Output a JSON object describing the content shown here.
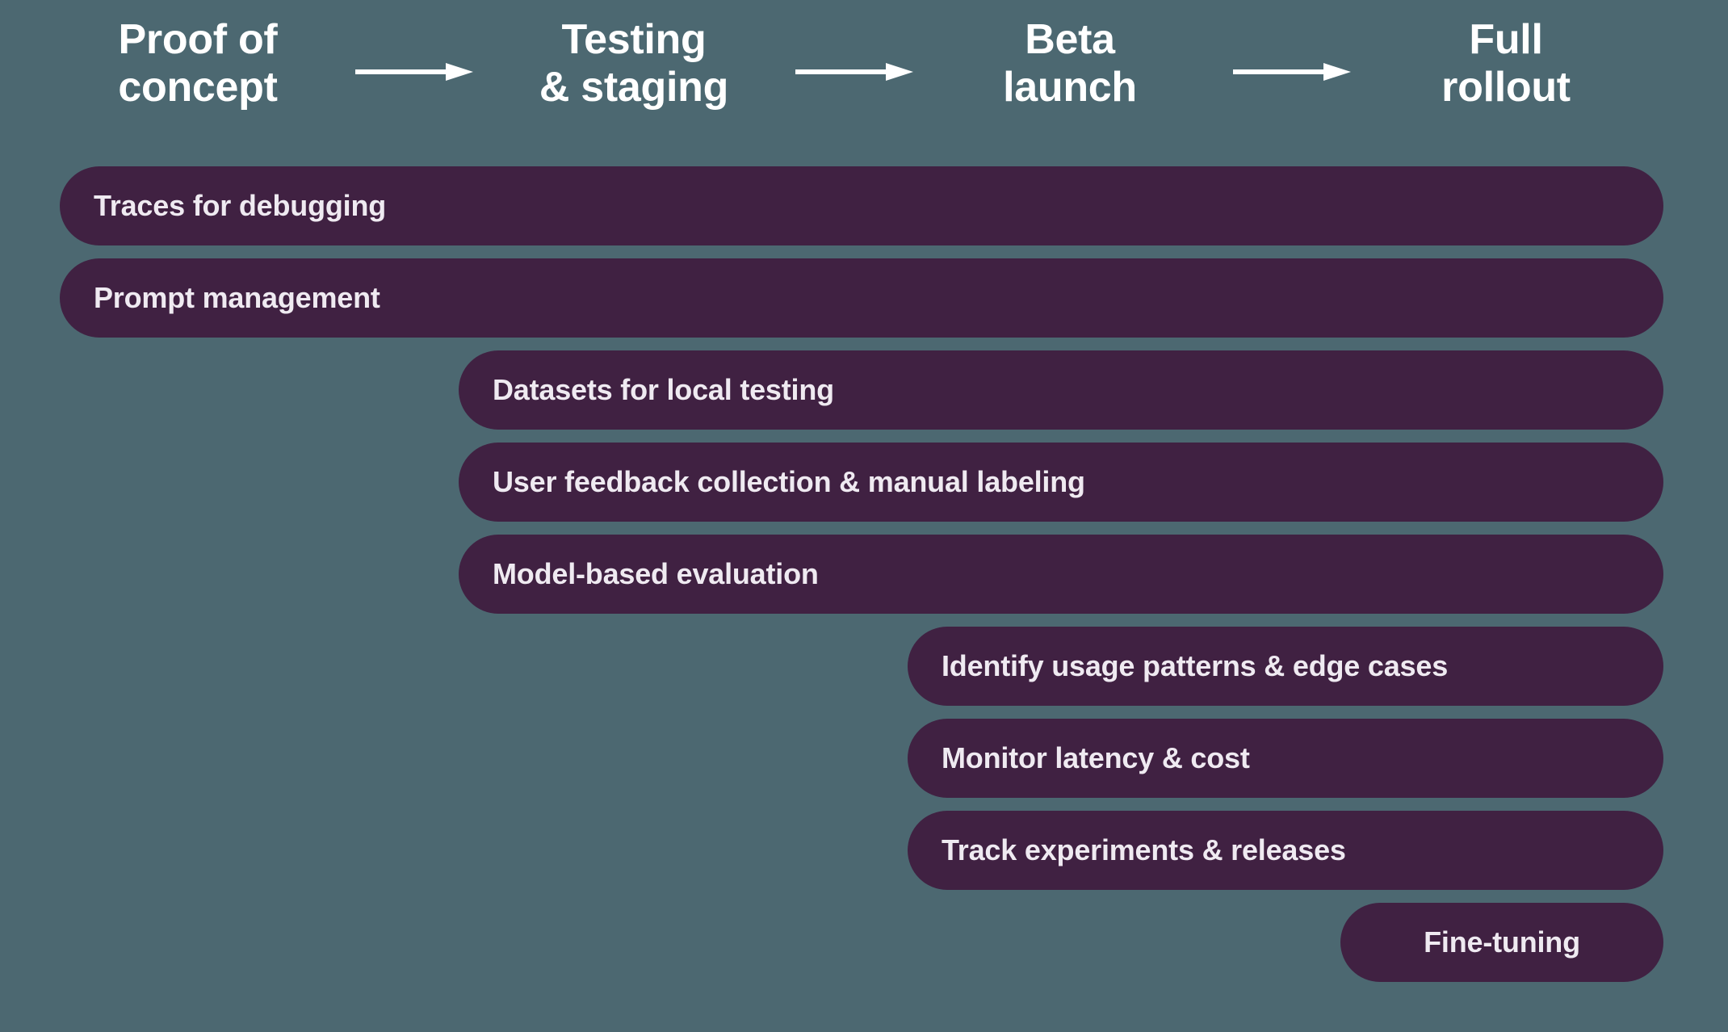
{
  "diagram": {
    "title": "LLM application lifecycle phases and capabilities",
    "background_color": "#4C6871",
    "bar_color": "#402142",
    "text_color": "#EFEAF1",
    "header_text_color": "#FFFFFF"
  },
  "phases": [
    {
      "id": "proof-of-concept",
      "label": "Proof of\nconcept"
    },
    {
      "id": "testing-and-staging",
      "label": "Testing\n& staging"
    },
    {
      "id": "beta-launch",
      "label": "Beta\nlaunch"
    },
    {
      "id": "full-rollout",
      "label": "Full\nrollout"
    }
  ],
  "connectors": [
    {
      "id": "arrow-1",
      "icon": "arrow-right-icon"
    },
    {
      "id": "arrow-2",
      "icon": "arrow-right-icon"
    },
    {
      "id": "arrow-3",
      "icon": "arrow-right-icon"
    }
  ],
  "capabilities": [
    {
      "id": "traces-for-debugging",
      "label": "Traces for debugging",
      "start_phase": "proof-of-concept",
      "end_phase": "full-rollout",
      "align": "left"
    },
    {
      "id": "prompt-management",
      "label": "Prompt management",
      "start_phase": "proof-of-concept",
      "end_phase": "full-rollout",
      "align": "left"
    },
    {
      "id": "datasets-for-local-testing",
      "label": "Datasets for local testing",
      "start_phase": "testing-and-staging",
      "end_phase": "full-rollout",
      "align": "left"
    },
    {
      "id": "user-feedback-collection-and-manual-labeling",
      "label": "User feedback collection & manual labeling",
      "start_phase": "testing-and-staging",
      "end_phase": "full-rollout",
      "align": "left"
    },
    {
      "id": "model-based-evaluation",
      "label": "Model-based evaluation",
      "start_phase": "testing-and-staging",
      "end_phase": "full-rollout",
      "align": "left"
    },
    {
      "id": "identify-usage-patterns-and-edge-cases",
      "label": "Identify usage patterns & edge cases",
      "start_phase": "beta-launch",
      "end_phase": "full-rollout",
      "align": "left"
    },
    {
      "id": "monitor-latency-and-cost",
      "label": "Monitor latency & cost",
      "start_phase": "beta-launch",
      "end_phase": "full-rollout",
      "align": "left"
    },
    {
      "id": "track-experiments-and-releases",
      "label": "Track experiments & releases",
      "start_phase": "beta-launch",
      "end_phase": "full-rollout",
      "align": "left"
    },
    {
      "id": "fine-tuning",
      "label": "Fine-tuning",
      "start_phase": "full-rollout",
      "end_phase": "full-rollout",
      "align": "center"
    }
  ]
}
